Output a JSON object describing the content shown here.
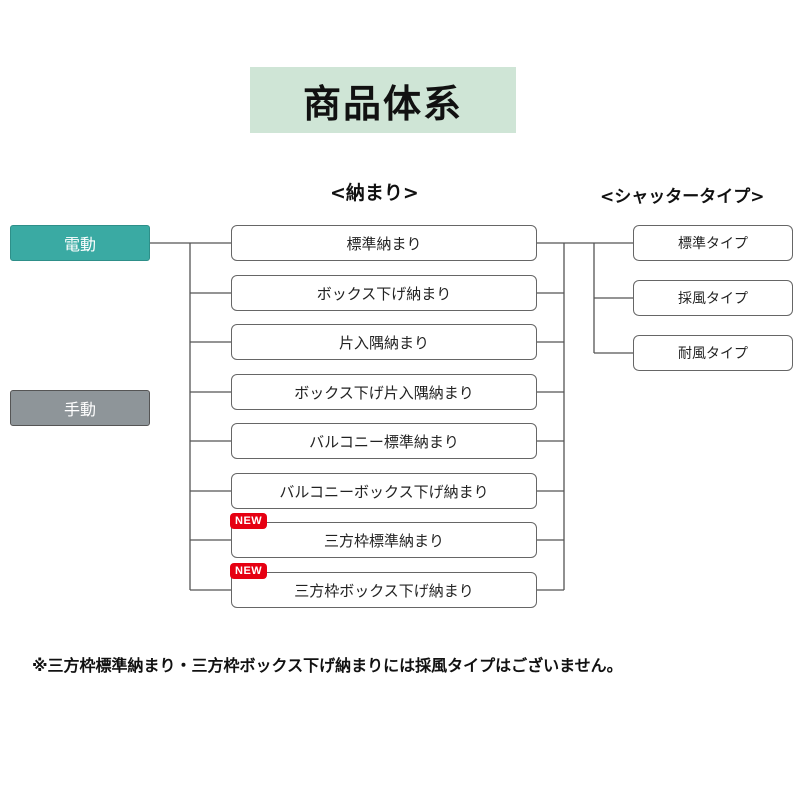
{
  "title": "商品体系",
  "headings": {
    "osamari": "<納まり>",
    "shutter_type": "<シャッタータイプ>"
  },
  "drive": {
    "electric": {
      "label": "電動",
      "color": "#3aaaa3"
    },
    "manual": {
      "label": "手動",
      "color": "#8e9599"
    }
  },
  "osamari_items": [
    {
      "label": "標準納まり",
      "new": false
    },
    {
      "label": "ボックス下げ納まり",
      "new": false
    },
    {
      "label": "片入隅納まり",
      "new": false
    },
    {
      "label": "ボックス下げ片入隅納まり",
      "new": false
    },
    {
      "label": "バルコニー標準納まり",
      "new": false
    },
    {
      "label": "バルコニーボックス下げ納まり",
      "new": false
    },
    {
      "label": "三方枠標準納まり",
      "new": true
    },
    {
      "label": "三方枠ボックス下げ納まり",
      "new": true
    }
  ],
  "new_badge": "NEW",
  "shutter_types": [
    "標準タイプ",
    "採風タイプ",
    "耐風タイプ"
  ],
  "note": "※三方枠標準納まり・三方枠ボックス下げ納まりには採風タイプはございません。",
  "colors": {
    "title_bg": "#cfe5d6",
    "badge": "#e60012"
  }
}
